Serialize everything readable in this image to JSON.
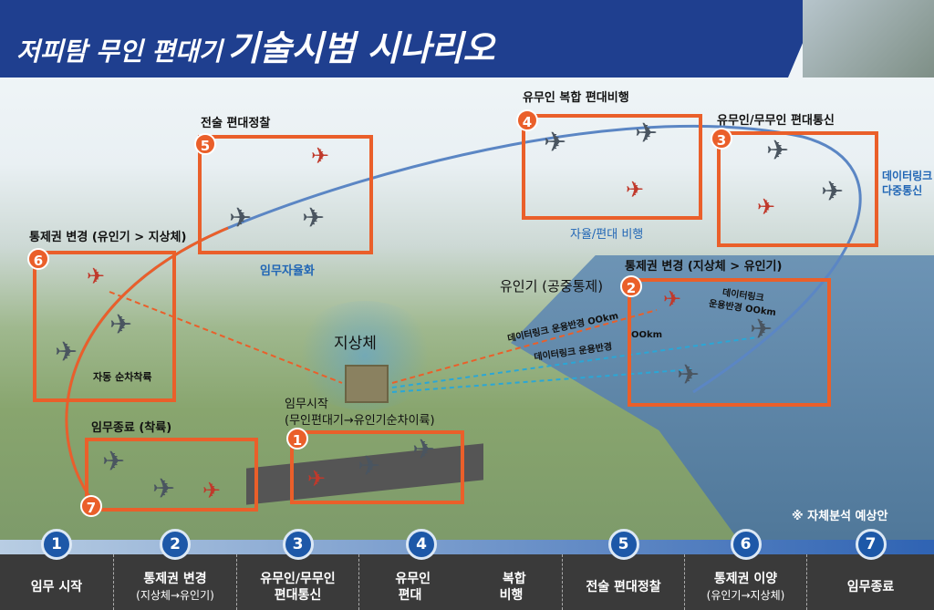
{
  "title": {
    "prefix": "저피탐 무인 편대기",
    "main": "기술시범 시나리오"
  },
  "stages": {
    "s1": {
      "num": "1",
      "label": "임무시작",
      "sub": "(무인편대기→유인기순차이륙)"
    },
    "s2": {
      "num": "2",
      "label": "통제권 변경 (지상체 > 유인기)",
      "manned": "유인기 (공중통제)",
      "dl1": "데이터링크 운용반경 OOkm",
      "dl2": "데이터링크 운용반경",
      "dl2km": "OOkm",
      "dl3": "데이터링크",
      "dl3b": "운용반경 OOkm"
    },
    "s3": {
      "num": "3",
      "label": "유무인/무무인 편대통신",
      "note1": "데이터링크",
      "note2": "다중통신"
    },
    "s4": {
      "num": "4",
      "label": "유무인 복합 편대비행",
      "note": "자율/편대 비행"
    },
    "s5": {
      "num": "5",
      "label": "전술 편대정찰",
      "note": "임무자율화"
    },
    "s6": {
      "num": "6",
      "label": "통제권 변경 (유인기 > 지상체)",
      "note": "자동 순차착륙"
    },
    "s7": {
      "num": "7",
      "label": "임무종료 (착륙)"
    }
  },
  "ground": "지상체",
  "footnote": "※ 자체분석 예상안",
  "steps": [
    {
      "num": "1",
      "label": "임무 시작"
    },
    {
      "num": "2",
      "label": "통제권 변경",
      "sub": "(지상체→유인기)"
    },
    {
      "num": "3",
      "label": "유무인/무무인",
      "label2": "편대통신"
    },
    {
      "num": "4",
      "a1": "유무인",
      "a2": "편대",
      "b1": "복합",
      "b2": "비행"
    },
    {
      "num": "5",
      "label": "전술 편대정찰"
    },
    {
      "num": "6",
      "label": "통제권 이양",
      "sub": "(유인기→지상체)"
    },
    {
      "num": "7",
      "label": "임무종료"
    }
  ],
  "colors": {
    "accent": "#ea5f2a",
    "header": "#1f3f8f",
    "step": "#1d58a8"
  }
}
